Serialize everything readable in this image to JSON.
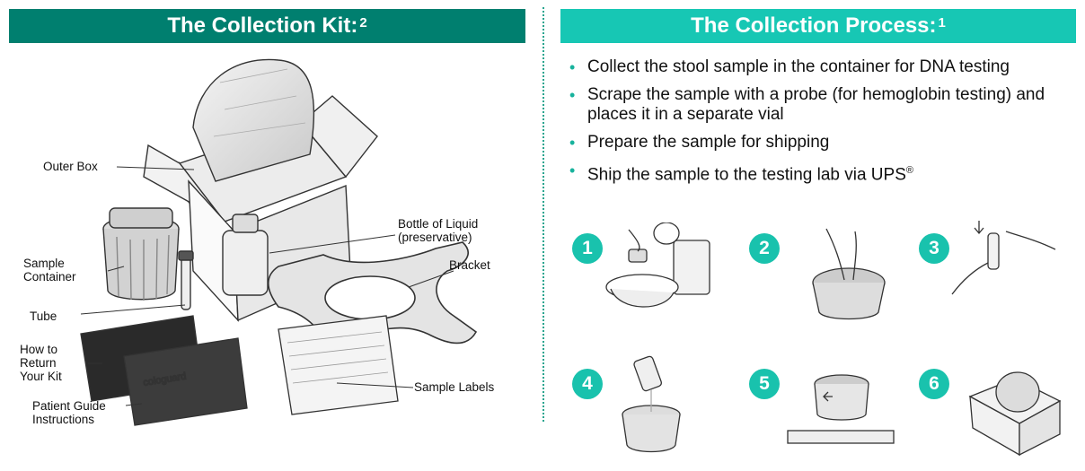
{
  "colors": {
    "kit_banner": "#007f6f",
    "process_banner": "#17c7b4",
    "step_circle": "#19c2ad",
    "divider": "#2aa58f"
  },
  "kit": {
    "title": "The Collection Kit:",
    "title_sup": "2",
    "labels": {
      "outer_box": "Outer Box",
      "bottle": "Bottle of Liquid (preservative)",
      "sample_container": "Sample Container",
      "bracket": "Bracket",
      "tube": "Tube",
      "how_to_return": "How to Return Your Kit",
      "sample_labels": "Sample Labels",
      "patient_guide": "Patient Guide Instructions"
    },
    "brand_text": "cologuard"
  },
  "process": {
    "title": "The Collection Process:",
    "title_sup": "1",
    "bullets": [
      "Collect the stool sample in the container for DNA testing",
      "Scrape the sample with a probe (for hemoglobin testing) and places it in a separate vial",
      "Prepare the sample for shipping",
      "Ship the sample to the testing lab via UPS"
    ],
    "last_bullet_sup": "®",
    "steps": [
      "1",
      "2",
      "3",
      "4",
      "5",
      "6"
    ]
  }
}
